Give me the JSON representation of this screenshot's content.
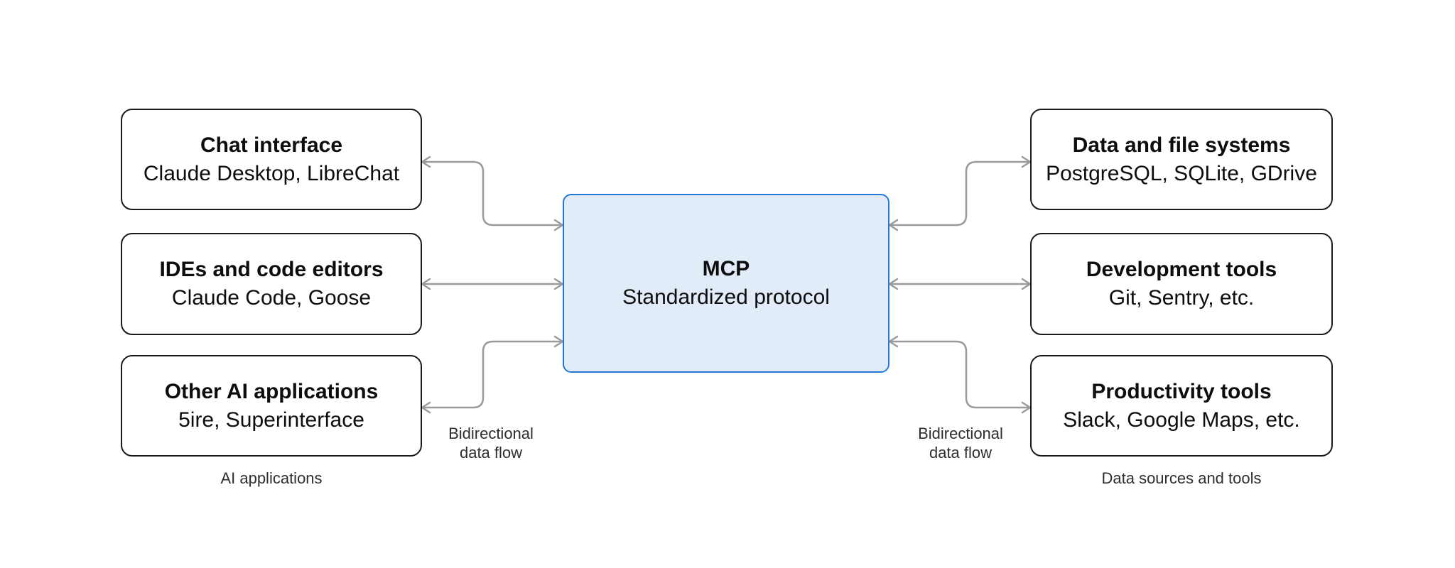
{
  "diagram": {
    "center_box": {
      "title": "MCP",
      "subtitle": "Standardized protocol",
      "fill_color": "#e2ecf9",
      "border_color": "#2478d4"
    },
    "left_group": {
      "caption": "AI applications",
      "boxes": [
        {
          "title": "Chat interface",
          "subtitle": "Claude Desktop, LibreChat"
        },
        {
          "title": "IDEs and code editors",
          "subtitle": "Claude Code, Goose"
        },
        {
          "title": "Other AI applications",
          "subtitle": "5ire, Superinterface"
        }
      ]
    },
    "right_group": {
      "caption": "Data sources and tools",
      "boxes": [
        {
          "title": "Data and file systems",
          "subtitle": "PostgreSQL, SQLite, GDrive"
        },
        {
          "title": "Development tools",
          "subtitle": "Git, Sentry, etc."
        },
        {
          "title": "Productivity tools",
          "subtitle": "Slack, Google Maps, etc."
        }
      ]
    },
    "flow_labels": {
      "left": {
        "line1": "Bidirectional",
        "line2": "data flow"
      },
      "right": {
        "line1": "Bidirectional",
        "line2": "data flow"
      }
    },
    "arrow_color": "#9a9a9a"
  }
}
